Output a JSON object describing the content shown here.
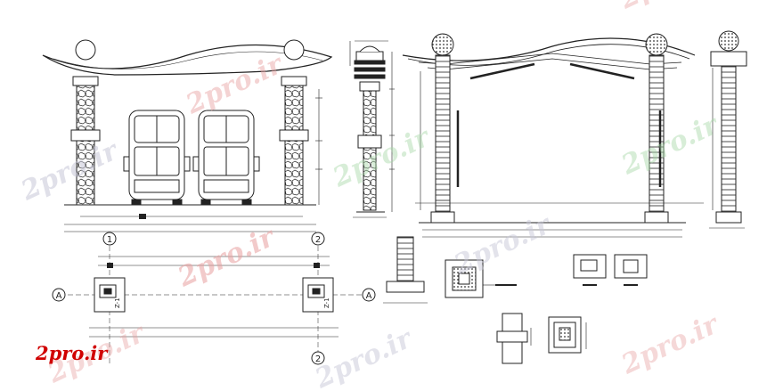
{
  "watermark_text": "2pro.ir",
  "logo_text": "2pro.ir",
  "colors": {
    "line": "#222222",
    "accent": "#cc0000",
    "watermark": "#e8a0a0",
    "watermark_green": "#a8d8a8",
    "watermark_grey": "#c8c8d8"
  },
  "grid_markers": [
    "1",
    "2",
    "A"
  ],
  "column_tags": [
    "Z-1",
    "Z-1"
  ]
}
